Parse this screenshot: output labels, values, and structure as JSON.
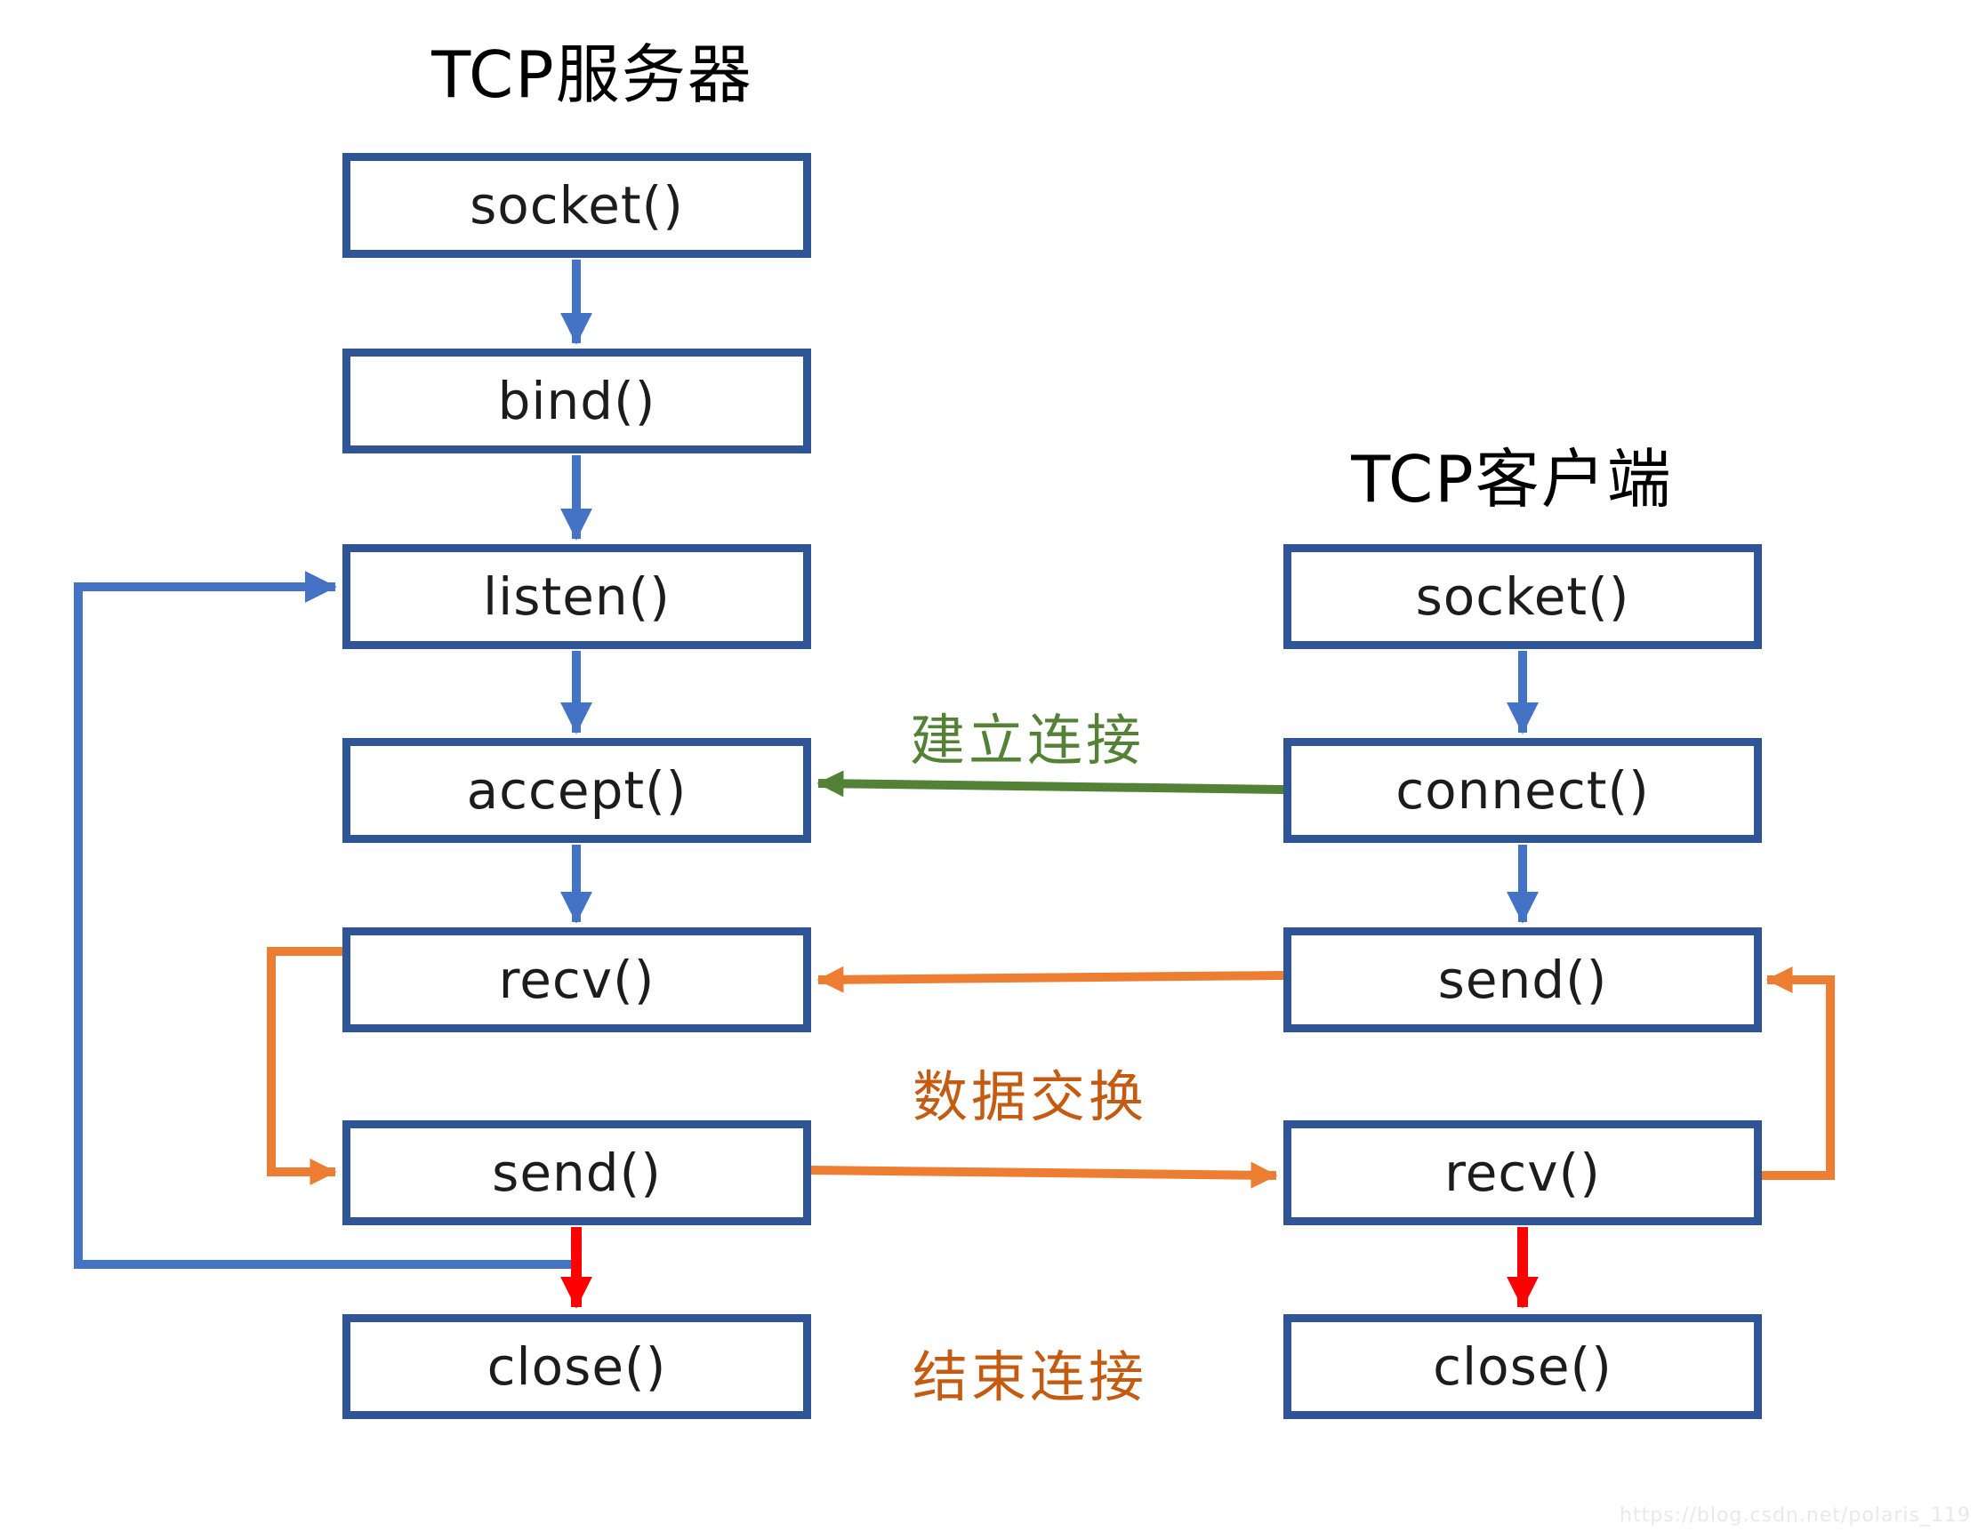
{
  "server": {
    "title": "TCP服务器",
    "nodes": [
      {
        "id": "socket",
        "label": "socket()"
      },
      {
        "id": "bind",
        "label": "bind()"
      },
      {
        "id": "listen",
        "label": "listen()"
      },
      {
        "id": "accept",
        "label": "accept()"
      },
      {
        "id": "recv",
        "label": "recv()"
      },
      {
        "id": "send",
        "label": "send()"
      },
      {
        "id": "close",
        "label": "close()"
      }
    ]
  },
  "client": {
    "title": "TCP客户端",
    "nodes": [
      {
        "id": "socket",
        "label": "socket()"
      },
      {
        "id": "connect",
        "label": "connect()"
      },
      {
        "id": "send",
        "label": "send()"
      },
      {
        "id": "recv",
        "label": "recv()"
      },
      {
        "id": "close",
        "label": "close()"
      }
    ]
  },
  "labels": {
    "establish": "建立连接",
    "exchange": "数据交换",
    "finish": "结束连接"
  },
  "edges": [
    {
      "from": "server.socket",
      "to": "server.bind",
      "color": "blue"
    },
    {
      "from": "server.bind",
      "to": "server.listen",
      "color": "blue"
    },
    {
      "from": "server.listen",
      "to": "server.accept",
      "color": "blue"
    },
    {
      "from": "server.accept",
      "to": "server.recv",
      "color": "blue"
    },
    {
      "from": "server.send",
      "to": "server.close",
      "color": "red"
    },
    {
      "from": "server.send",
      "to": "server.listen",
      "color": "blue",
      "type": "loop"
    },
    {
      "from": "server.recv",
      "to": "server.send",
      "color": "orange",
      "type": "loop"
    },
    {
      "from": "client.socket",
      "to": "client.connect",
      "color": "blue"
    },
    {
      "from": "client.connect",
      "to": "client.send",
      "color": "blue"
    },
    {
      "from": "client.recv",
      "to": "client.close",
      "color": "red"
    },
    {
      "from": "client.recv",
      "to": "client.send",
      "color": "orange",
      "type": "loop"
    },
    {
      "from": "client.connect",
      "to": "server.accept",
      "color": "green",
      "label": "建立连接"
    },
    {
      "from": "client.send",
      "to": "server.recv",
      "color": "orange",
      "label": "数据交换"
    },
    {
      "from": "server.send",
      "to": "client.recv",
      "color": "orange",
      "label": "数据交换"
    }
  ],
  "colors": {
    "box_border": "#2F5597",
    "flow_arrow": "#4472C4",
    "establish_arrow": "#538135",
    "exchange_arrow": "#ED7D31",
    "close_arrow": "#FF0000",
    "establish_label": "#538135",
    "exchange_label": "#C55A11",
    "watermark": "#e9e9e9"
  },
  "watermark": "https://blog.csdn.net/polaris_119"
}
